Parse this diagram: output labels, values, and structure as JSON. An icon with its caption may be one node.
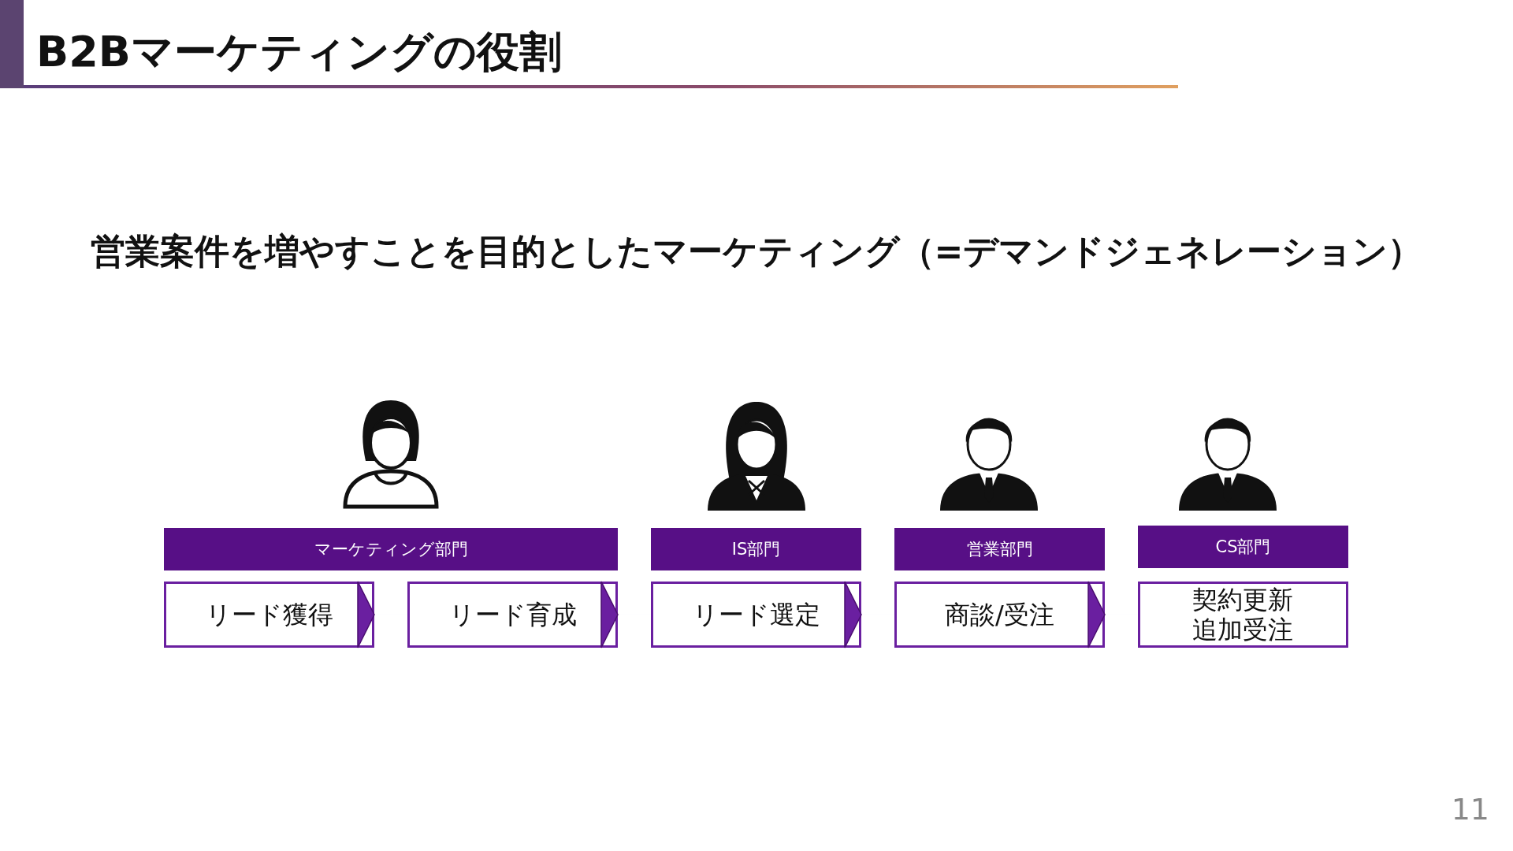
{
  "diagram": {
    "title": "B2Bマーケティングの役割",
    "nodes": [
      {
        "text": [
          "マーケティング部門"
        ]
      },
      {
        "text": [
          "IS部門"
        ]
      },
      {
        "text": [
          "営業部門"
        ]
      },
      {
        "text": [
          "CS部門"
        ]
      },
      {
        "text": [
          "リード獲得"
        ]
      },
      {
        "text": [
          "リード育成"
        ]
      },
      {
        "text": [
          "リード選定"
        ]
      },
      {
        "text": [
          "商談/受注"
        ]
      },
      {
        "text": [
          "契約更新追加受注"
        ]
      }
    ],
    "edges": [
      {
        "from": 4,
        "to": 5,
        "arrow": "to"
      },
      {
        "from": 5,
        "to": 6,
        "arrow": "to"
      },
      {
        "from": 6,
        "to": 7,
        "arrow": "to"
      },
      {
        "from": 7,
        "to": 8,
        "arrow": "to"
      }
    ],
    "labels": [
      "営業案件を増やすことを目的としたマーケティング（=デマンドジェネレーション）",
      "11"
    ]
  }
}
